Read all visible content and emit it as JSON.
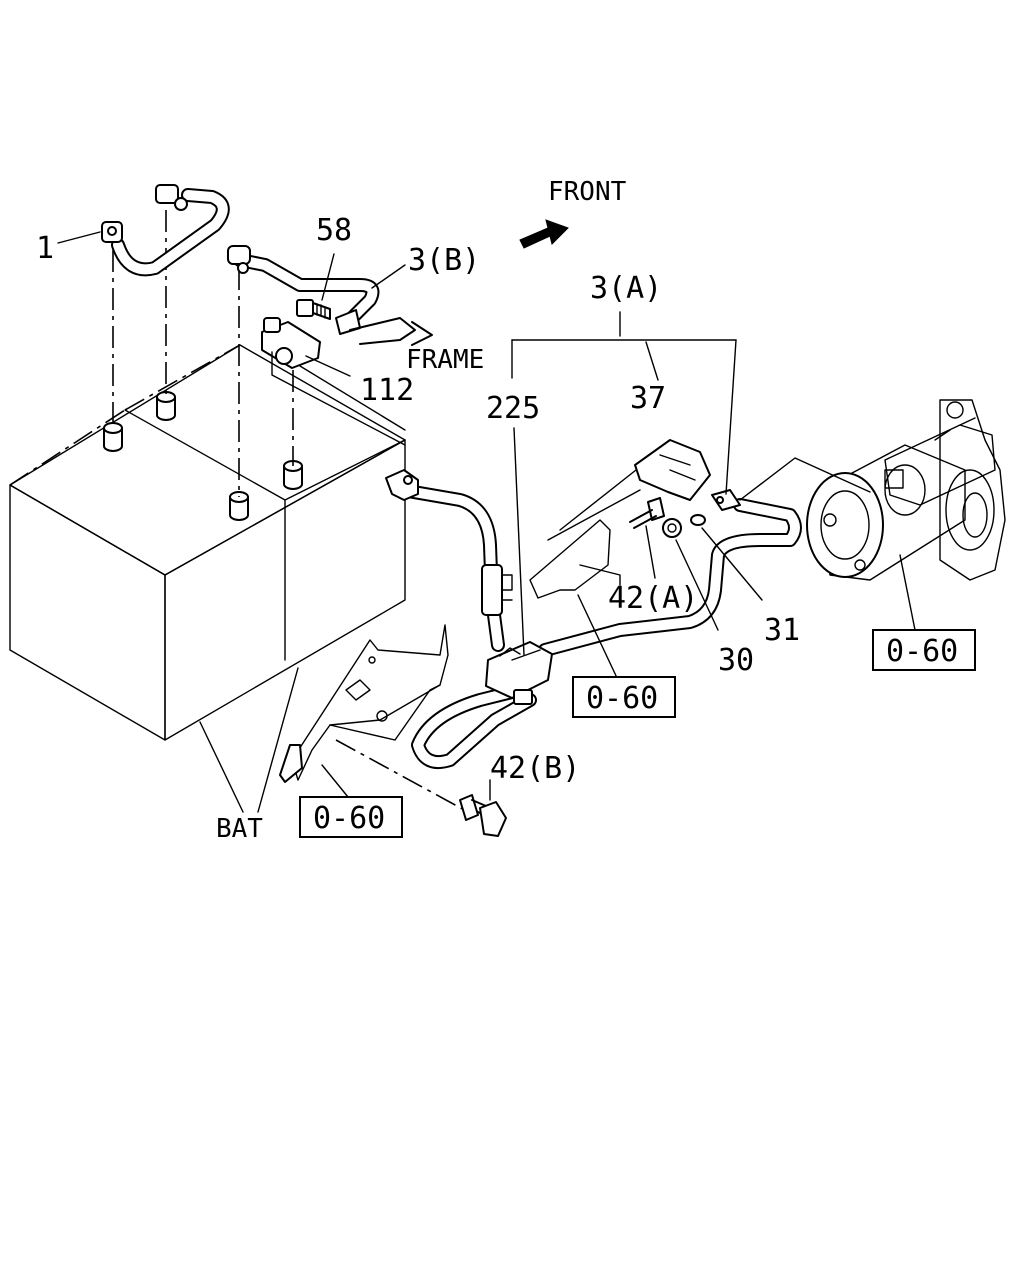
{
  "labels": {
    "front": "FRONT",
    "frame": "FRAME",
    "bat": "BAT",
    "part_1": "1",
    "part_58": "58",
    "part_3b": "3(B)",
    "part_3a": "3(A)",
    "part_112": "112",
    "part_225": "225",
    "part_37": "37",
    "part_42a": "42(A)",
    "part_42b": "42(B)",
    "part_30": "30",
    "part_31": "31"
  },
  "references": {
    "ref_harness": "0-60",
    "ref_starter": "0-60",
    "ref_bracket": "0-60"
  }
}
